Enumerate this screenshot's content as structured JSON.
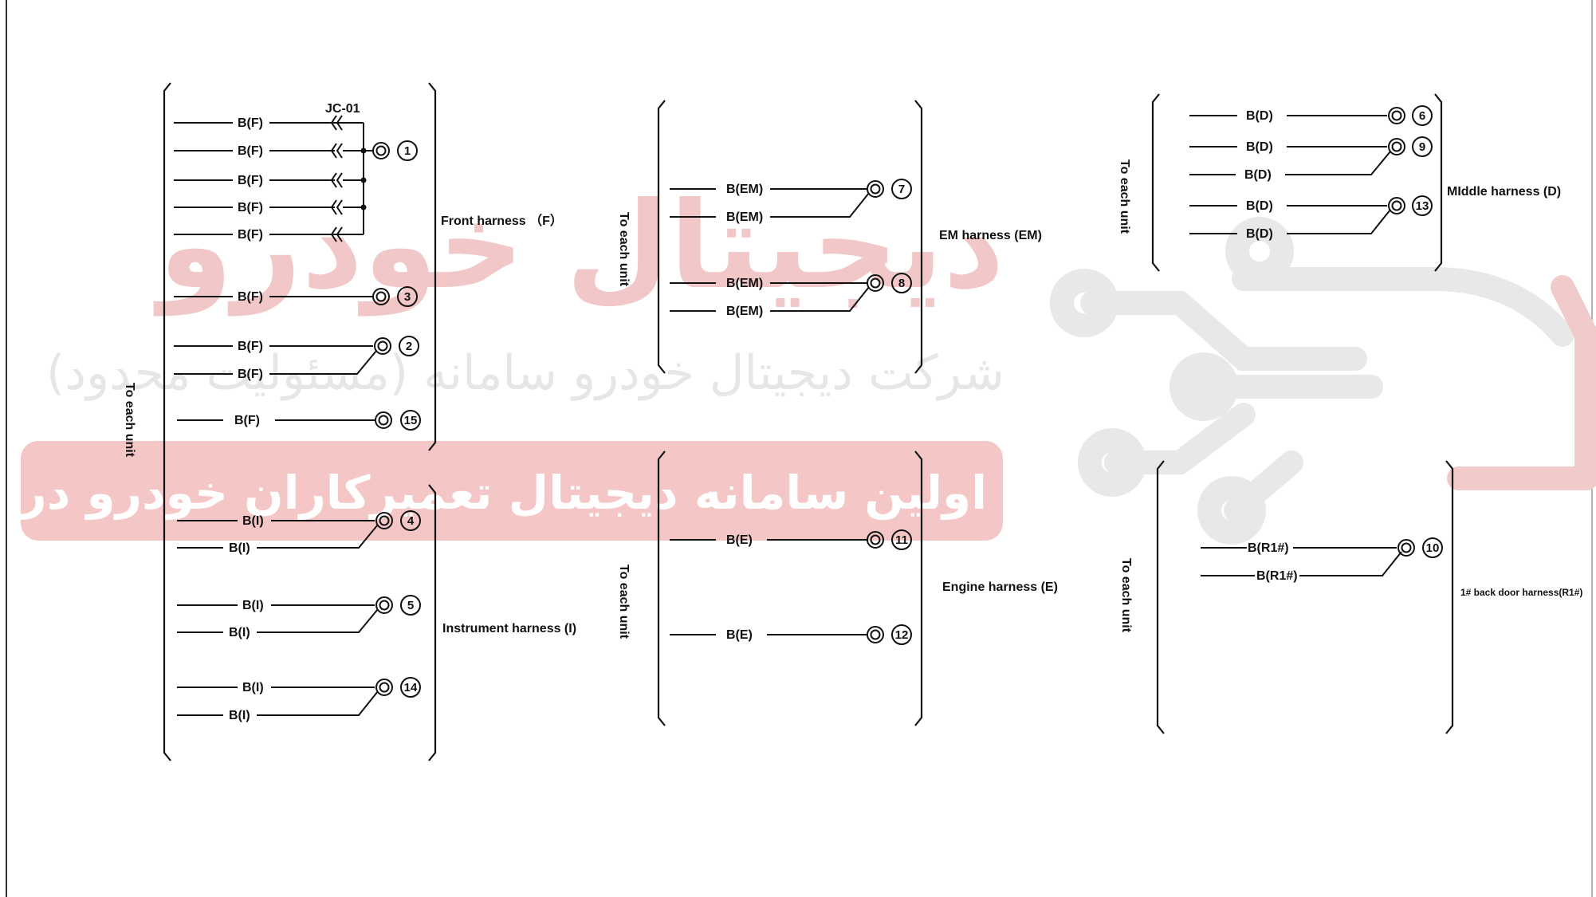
{
  "watermark": {
    "logo": "دیجیتال خودرو",
    "company": "شرکت دیجیتال خودرو سامانه (مسئولیت محدود)",
    "slogan": "اولین سامانه دیجیتال تعمیرکاران خودرو در کشور"
  },
  "splice_label": "JC-01",
  "to_each_unit": "To each unit",
  "harnesses": {
    "front": {
      "name": "Front harness （F）",
      "wires": [
        "B(F)",
        "B(F)",
        "B(F)",
        "B(F)",
        "B(F)",
        "B(F)",
        "B(F)",
        "B(F)",
        "B(F)"
      ],
      "grounds": [
        "1",
        "3",
        "2",
        "15"
      ]
    },
    "instrument": {
      "name": "Instrument harness (I)",
      "wires": [
        "B(I)",
        "B(I)",
        "B(I)",
        "B(I)",
        "B(I)",
        "B(I)"
      ],
      "grounds": [
        "4",
        "5",
        "14"
      ]
    },
    "em": {
      "name": "EM harness (EM)",
      "wires": [
        "B(EM)",
        "B(EM)",
        "B(EM)",
        "B(EM)"
      ],
      "grounds": [
        "7",
        "8"
      ]
    },
    "engine": {
      "name": "Engine harness (E)",
      "wires": [
        "B(E)",
        "B(E)"
      ],
      "grounds": [
        "11",
        "12"
      ]
    },
    "middle": {
      "name": "MIddle harness (D)",
      "wires": [
        "B(D)",
        "B(D)",
        "B(D)",
        "B(D)",
        "B(D)"
      ],
      "grounds": [
        "6",
        "9",
        "13"
      ]
    },
    "backdoor": {
      "name": "1# back door harness(R1#)",
      "wires": [
        "B(R1#)",
        "B(R1#)"
      ],
      "grounds": [
        "10"
      ]
    }
  }
}
